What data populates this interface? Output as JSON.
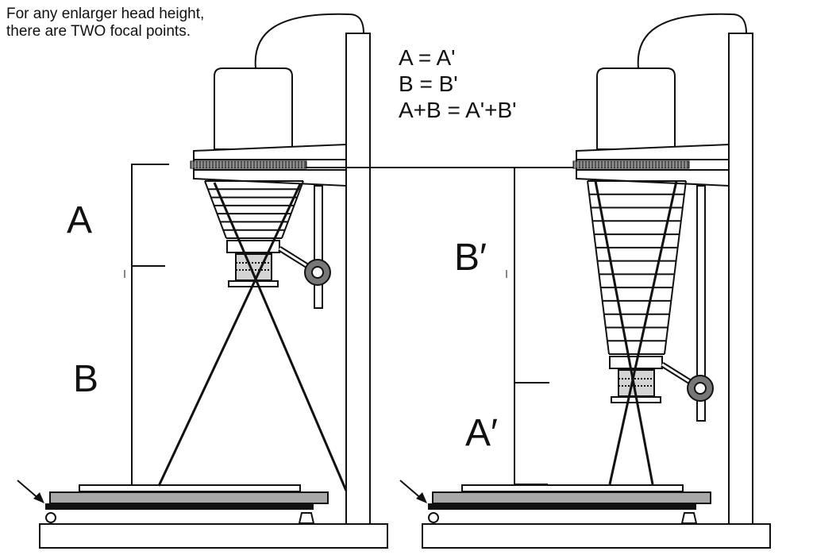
{
  "caption": {
    "line1": "For any enlarger head height,",
    "line2": "there are TWO focal points."
  },
  "equations": [
    "A = A'",
    "B = B'",
    "A+B = A'+B'"
  ],
  "labels": {
    "a": "A",
    "b": "B",
    "a_prime": "A′",
    "b_prime": "B′"
  },
  "colors": {
    "line": "#111111",
    "gray": "#a8a8a8",
    "lens": "#d4d4d4",
    "knob": "#777777"
  }
}
